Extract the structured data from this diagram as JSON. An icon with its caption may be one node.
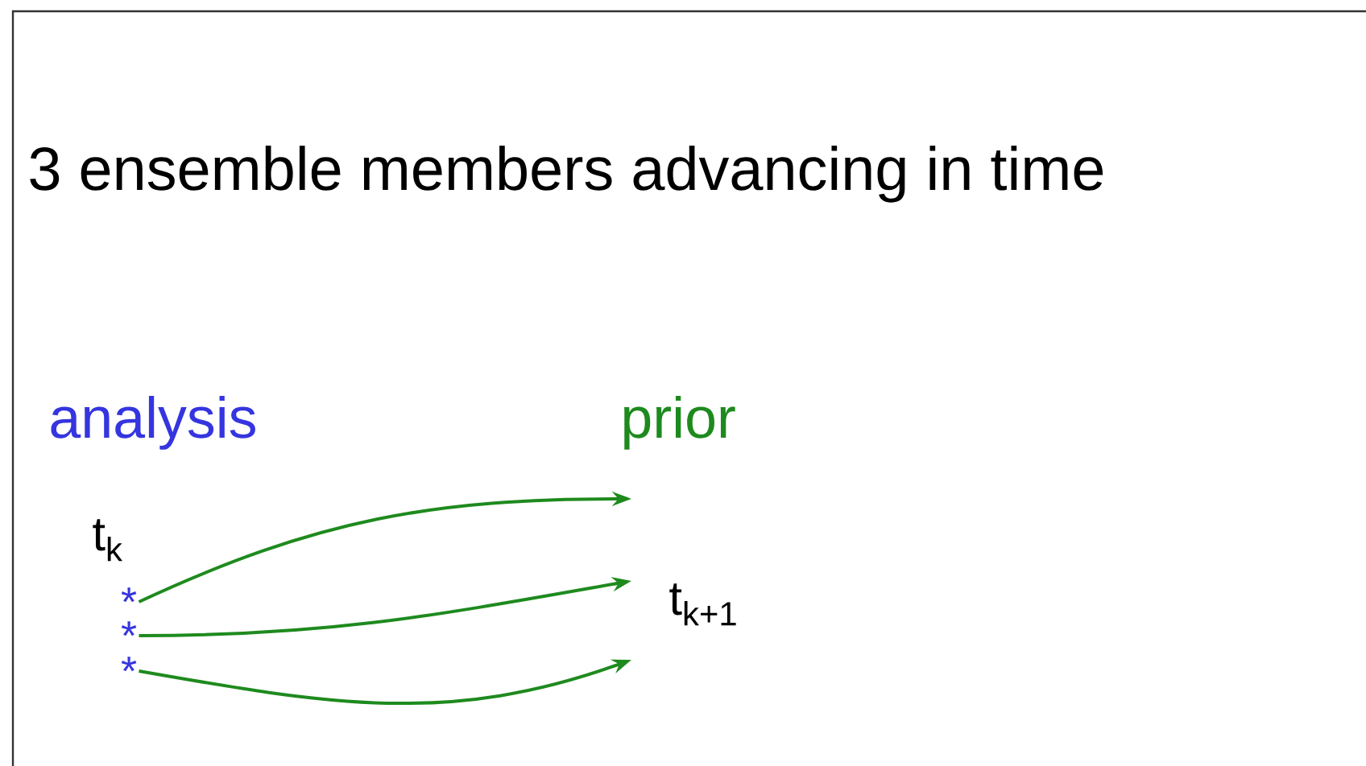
{
  "diagram": {
    "title": "3 ensemble members advancing in time",
    "nodes": [
      {
        "text": [
          "*"
        ]
      },
      {
        "text": [
          "*"
        ]
      },
      {
        "text": [
          "*"
        ]
      }
    ],
    "edges": [
      {
        "from": 0,
        "to": null,
        "arrow": "to"
      },
      {
        "from": 1,
        "to": null,
        "arrow": "to"
      },
      {
        "from": 2,
        "to": null,
        "arrow": "to"
      }
    ],
    "labels": [
      "analysis",
      "prior",
      "t$_{k}$",
      "t$_{k+1}$"
    ]
  }
}
